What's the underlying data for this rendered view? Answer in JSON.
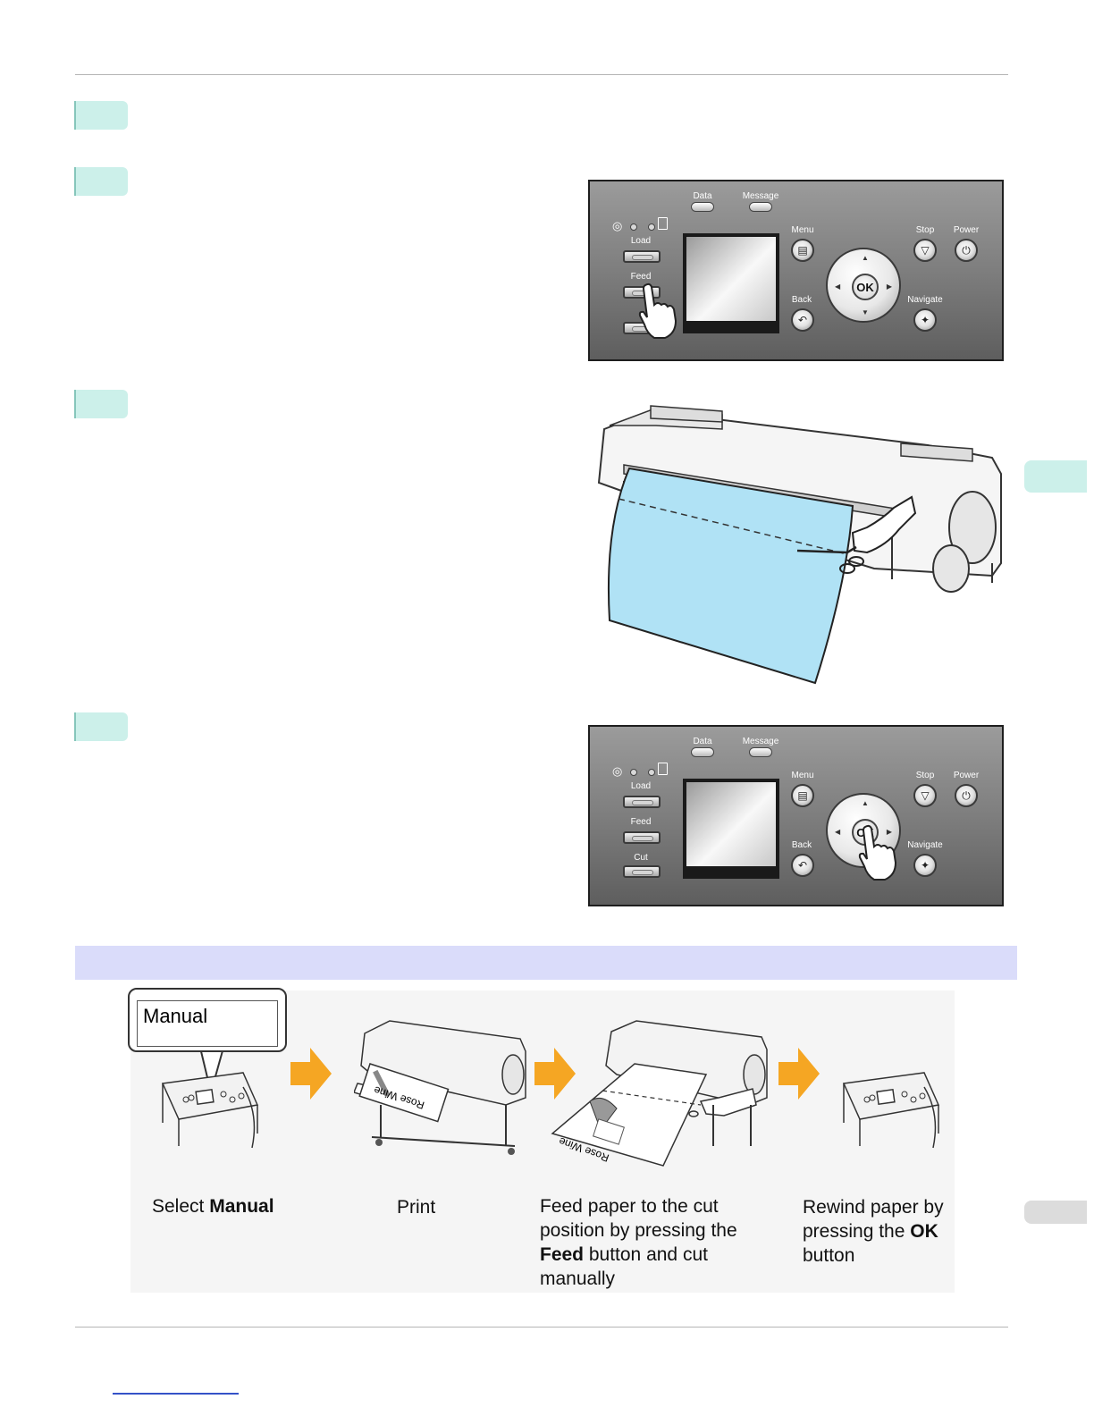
{
  "panel": {
    "labels": {
      "data": "Data",
      "message": "Message",
      "load": "Load",
      "feed": "Feed",
      "cut": "Cut",
      "menu": "Menu",
      "back": "Back",
      "stop": "Stop",
      "power": "Power",
      "navigate": "Navigate",
      "ok": "OK"
    }
  },
  "flow": {
    "callout_text": "Manual",
    "steps": [
      {
        "text_before": "Select ",
        "bold": "Manual",
        "text_after": ""
      },
      {
        "text_before": "Print",
        "bold": "",
        "text_after": ""
      },
      {
        "text_before": "Feed paper to the cut position by pressing the ",
        "bold": "Feed",
        "text_after": " button and cut manually"
      },
      {
        "text_before": "Rewind paper by pressing the ",
        "bold": "OK",
        "text_after": " button"
      }
    ],
    "printed_sheet_text": "Rose Wine"
  },
  "colors": {
    "step_tab": "#ccf0ea",
    "note_banner": "#dadcfa",
    "paper": "#b0e2f5",
    "arrow": "#f5a623"
  }
}
